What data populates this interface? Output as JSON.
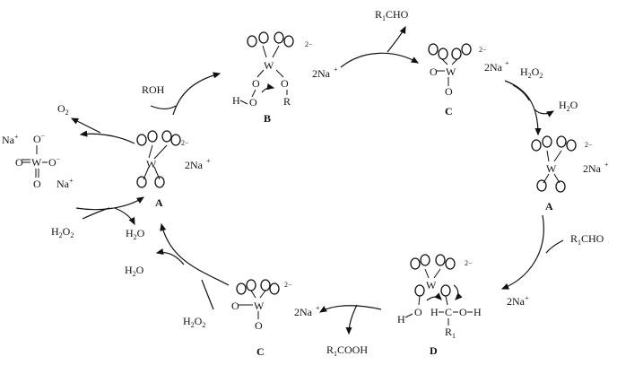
{
  "labels": {
    "B": "B",
    "C_top": "C",
    "A_right": "A",
    "D": "D",
    "C_bottom": "C",
    "A_left": "A"
  },
  "species": {
    "W": "W",
    "O": "O",
    "charge": "2−",
    "sodium": "2Na",
    "plus": "+",
    "R": "R",
    "H": "H",
    "C": "C"
  },
  "reagents": {
    "R1CHO": {
      "main": "R",
      "sub": "1",
      "tail": "CHO"
    },
    "R1COOH": {
      "main": "R",
      "sub": "1",
      "tail": "COOH"
    },
    "ROH": "ROH",
    "H2O2": {
      "main": "H",
      "sub1": "2",
      "mid": "O",
      "sub2": "2"
    },
    "H2O": {
      "main": "H",
      "sub": "2",
      "tail": "O"
    },
    "O2": {
      "main": "O",
      "sub": "2"
    },
    "Na": "Na"
  },
  "tungstate": {
    "W": "W",
    "O": "O",
    "minus": "−",
    "Na": "Na",
    "plus": "+"
  }
}
